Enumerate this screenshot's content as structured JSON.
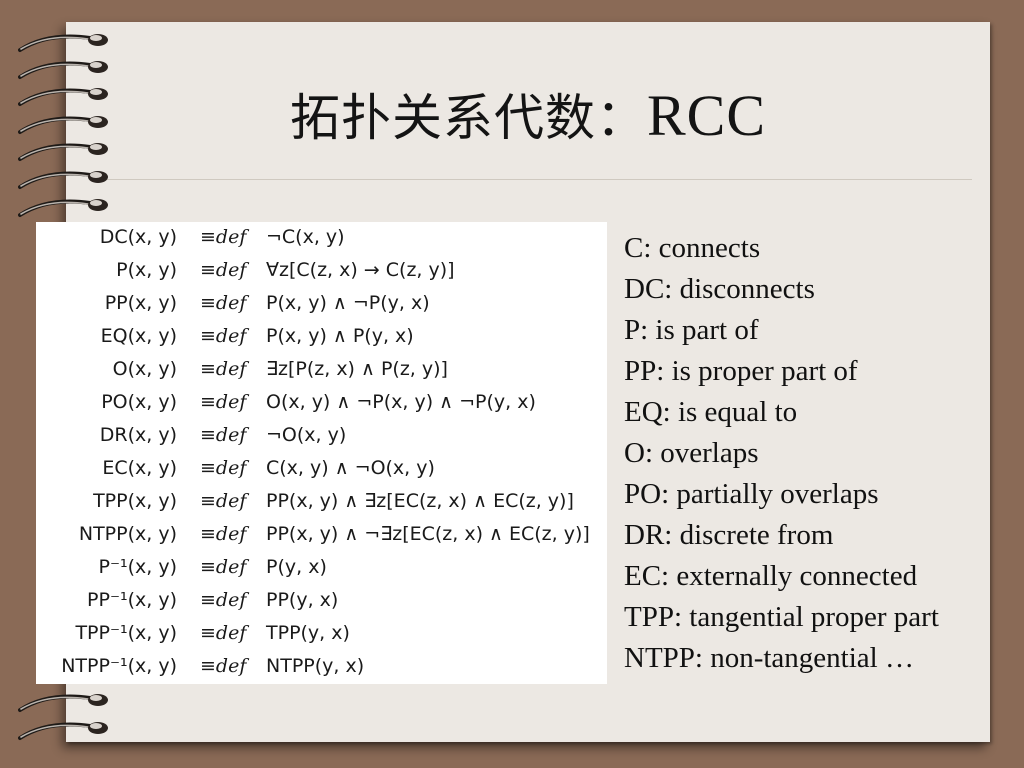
{
  "slide": {
    "title_cjk": "拓扑关系代数：",
    "title_latin": "RCC"
  },
  "definitions": [
    {
      "lhs": "DC(x, y)",
      "op": "≡def",
      "rhs": "¬C(x, y)"
    },
    {
      "lhs": "P(x, y)",
      "op": "≡def",
      "rhs": "∀z[C(z, x) → C(z, y)]"
    },
    {
      "lhs": "PP(x, y)",
      "op": "≡def",
      "rhs": "P(x, y) ∧ ¬P(y, x)"
    },
    {
      "lhs": "EQ(x, y)",
      "op": "≡def",
      "rhs": "P(x, y) ∧ P(y, x)"
    },
    {
      "lhs": "O(x, y)",
      "op": "≡def",
      "rhs": "∃z[P(z, x) ∧ P(z, y)]"
    },
    {
      "lhs": "PO(x, y)",
      "op": "≡def",
      "rhs": "O(x, y) ∧ ¬P(x, y) ∧ ¬P(y, x)"
    },
    {
      "lhs": "DR(x, y)",
      "op": "≡def",
      "rhs": "¬O(x, y)"
    },
    {
      "lhs": "EC(x, y)",
      "op": "≡def",
      "rhs": "C(x, y) ∧ ¬O(x, y)"
    },
    {
      "lhs": "TPP(x, y)",
      "op": "≡def",
      "rhs": "PP(x, y) ∧ ∃z[EC(z, x) ∧ EC(z, y)]"
    },
    {
      "lhs": "NTPP(x, y)",
      "op": "≡def",
      "rhs": "PP(x, y) ∧ ¬∃z[EC(z, x) ∧ EC(z, y)]"
    },
    {
      "lhs": "P⁻¹(x, y)",
      "op": "≡def",
      "rhs": "P(y, x)"
    },
    {
      "lhs": "PP⁻¹(x, y)",
      "op": "≡def",
      "rhs": "PP(y, x)"
    },
    {
      "lhs": "TPP⁻¹(x, y)",
      "op": "≡def",
      "rhs": "TPP(y, x)"
    },
    {
      "lhs": "NTPP⁻¹(x, y)",
      "op": "≡def",
      "rhs": "NTPP(y, x)"
    }
  ],
  "glossary": [
    "C: connects",
    "DC: disconnects",
    "P: is part of",
    "PP: is proper part of",
    "EQ: is equal to",
    "O: overlaps",
    "PO: partially overlaps",
    "DR: discrete from",
    "EC: externally connected",
    "TPP: tangential proper part",
    "NTPP: non-tangential …"
  ],
  "colors": {
    "desk": "#8a6a56",
    "paper": "#ece8e3",
    "text": "#141414"
  },
  "icons": [
    "spiral-binding-ring"
  ]
}
